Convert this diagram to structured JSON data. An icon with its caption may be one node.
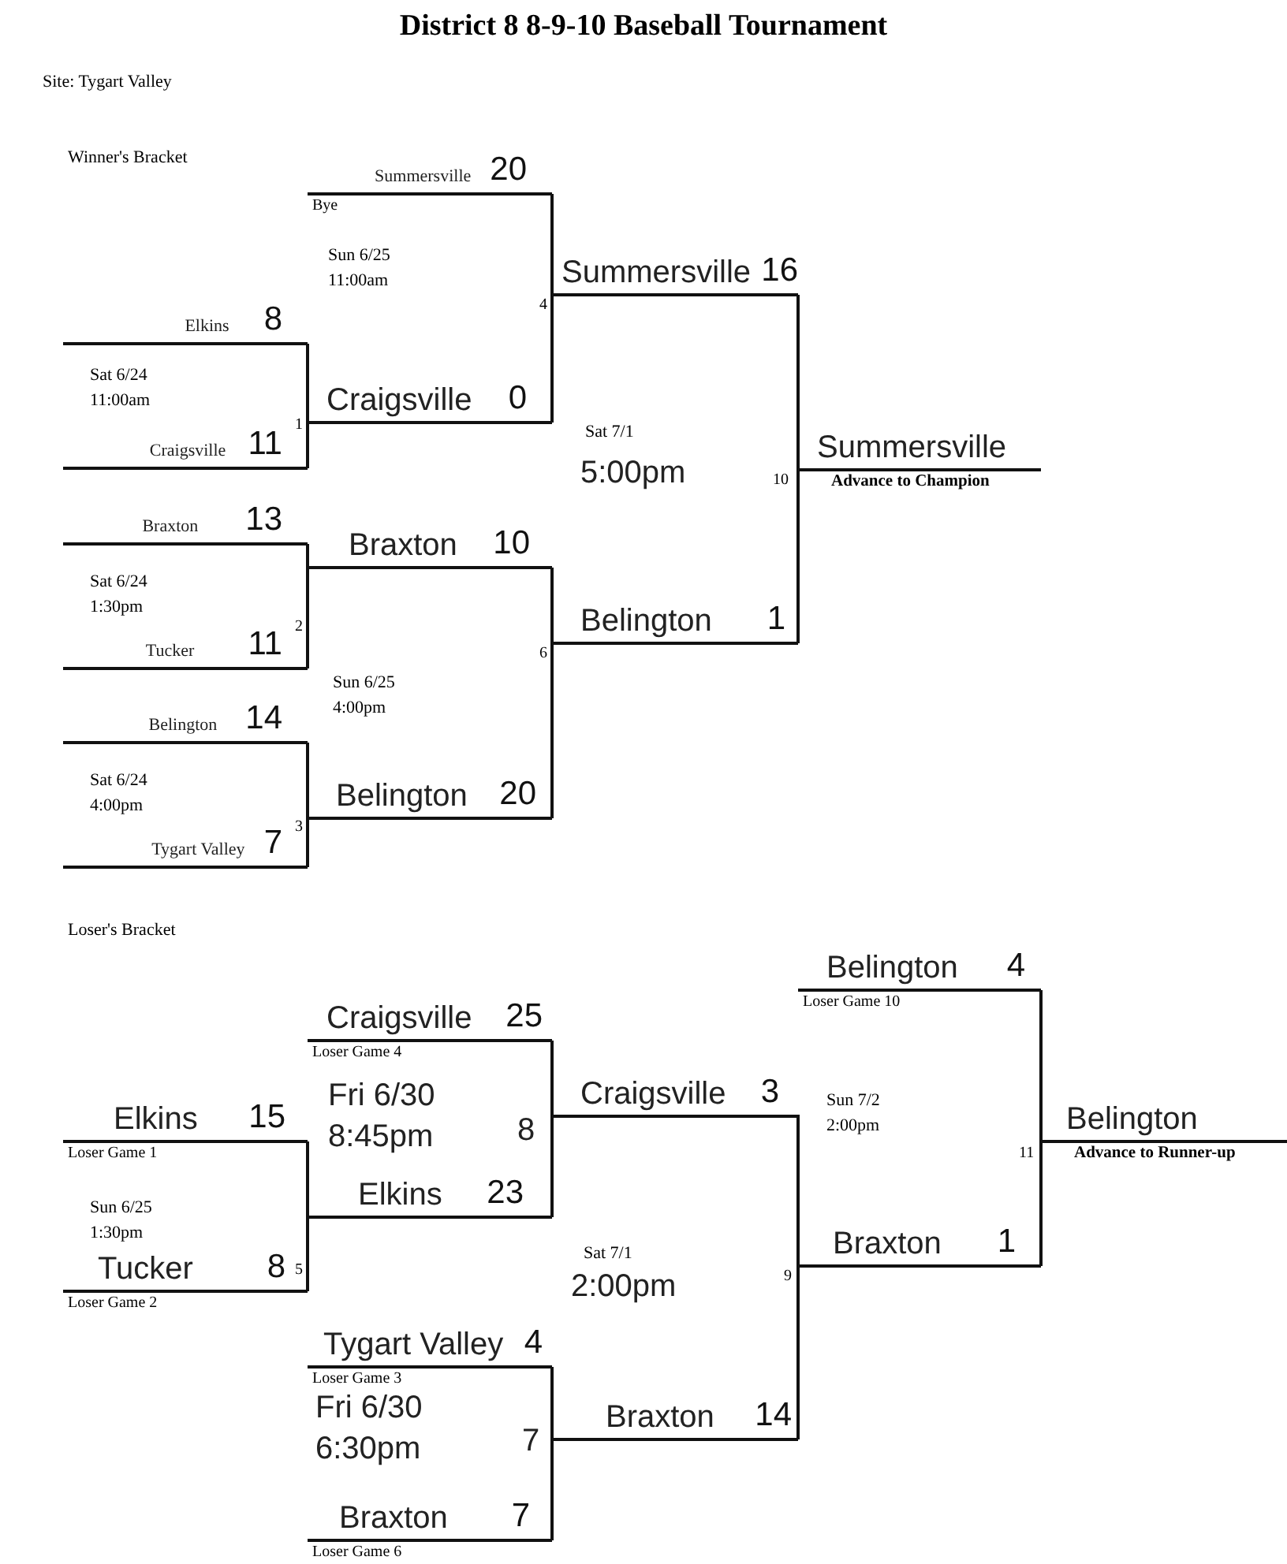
{
  "diagram": {
    "title": "District 8 8-9-10 Baseball Tournament",
    "nodes": [
      {
        "text": [
          "Summersville",
          "20"
        ],
        "beside": [
          "Bye"
        ]
      },
      {
        "text": [
          "Elkins",
          "8"
        ]
      },
      {
        "text": [
          "Craigsville",
          "11"
        ]
      },
      {
        "text": [
          "Craigsville",
          "0"
        ]
      },
      {
        "text": [
          "Summersville",
          "16"
        ]
      },
      {
        "text": [
          "Braxton",
          "13"
        ]
      },
      {
        "text": [
          "Tucker",
          "11"
        ]
      },
      {
        "text": [
          "Braxton",
          "10"
        ]
      },
      {
        "text": [
          "Belington",
          "14"
        ]
      },
      {
        "text": [
          "Tygart Valley",
          "7"
        ]
      },
      {
        "text": [
          "Belington",
          "20"
        ]
      },
      {
        "text": [
          "Belington",
          "1"
        ]
      },
      {
        "text": [
          "Summersville"
        ],
        "beside": [
          "Advance to Champion"
        ]
      },
      {
        "text": [
          "Craigsville",
          "25"
        ],
        "beside": [
          "Loser Game 4"
        ]
      },
      {
        "text": [
          "Elkins",
          "15"
        ],
        "beside": [
          "Loser Game 1"
        ]
      },
      {
        "text": [
          "Tucker",
          "8"
        ],
        "beside": [
          "Loser Game 2"
        ]
      },
      {
        "text": [
          "Elkins",
          "23"
        ]
      },
      {
        "text": [
          "Craigsville",
          "3"
        ]
      },
      {
        "text": [
          "Tygart Valley",
          "4"
        ],
        "beside": [
          "Loser Game 3"
        ]
      },
      {
        "text": [
          "Braxton",
          "7"
        ],
        "beside": [
          "Loser Game 6"
        ]
      },
      {
        "text": [
          "Braxton",
          "14"
        ]
      },
      {
        "text": [
          "Belington",
          "4"
        ],
        "beside": [
          "Loser Game 10"
        ]
      },
      {
        "text": [
          "Braxton",
          "1"
        ]
      },
      {
        "text": [
          "Belington"
        ],
        "beside": [
          "Advance to Runner-up"
        ]
      }
    ],
    "edges": [
      {
        "from": 0,
        "to": 4,
        "arrow": "none"
      },
      {
        "from": 1,
        "to": 3,
        "arrow": "none"
      },
      {
        "from": 2,
        "to": 3,
        "arrow": "none"
      },
      {
        "from": 3,
        "to": 4,
        "arrow": "none"
      },
      {
        "from": 5,
        "to": 7,
        "arrow": "none"
      },
      {
        "from": 6,
        "to": 7,
        "arrow": "none"
      },
      {
        "from": 8,
        "to": 10,
        "arrow": "none"
      },
      {
        "from": 9,
        "to": 10,
        "arrow": "none"
      },
      {
        "from": 7,
        "to": 11,
        "arrow": "none"
      },
      {
        "from": 10,
        "to": 11,
        "arrow": "none"
      },
      {
        "from": 4,
        "to": 12,
        "arrow": "none"
      },
      {
        "from": 11,
        "to": 12,
        "arrow": "none"
      },
      {
        "from": 14,
        "to": 16,
        "arrow": "none"
      },
      {
        "from": 15,
        "to": 16,
        "arrow": "none"
      },
      {
        "from": 13,
        "to": 17,
        "arrow": "none"
      },
      {
        "from": 16,
        "to": 17,
        "arrow": "none"
      },
      {
        "from": 18,
        "to": 20,
        "arrow": "none"
      },
      {
        "from": 19,
        "to": 20,
        "arrow": "none"
      },
      {
        "from": 17,
        "to": 22,
        "arrow": "none"
      },
      {
        "from": 20,
        "to": 22,
        "arrow": "none"
      },
      {
        "from": 21,
        "to": 23,
        "arrow": "none"
      },
      {
        "from": 22,
        "to": 23,
        "arrow": "none"
      }
    ],
    "labels": [
      "Site: Tygart Valley",
      "Winner's Bracket",
      "Sun 6/25 11:00am",
      "4",
      "Sat 6/24 11:00am",
      "1",
      "Sat 7/1",
      "5:00pm",
      "10",
      "Sat 6/24 1:30pm",
      "2",
      "Sun 6/25 4:00pm",
      "6",
      "Sat 6/24 4:00pm",
      "3",
      "Loser's Bracket",
      "Sun 7/2 2:00pm",
      "Fri 6/30 8:45pm",
      "8",
      "11",
      "Sun 6/25 1:30pm",
      "5",
      "Sat 7/1",
      "2:00pm",
      "9",
      "Fri 6/30 6:30pm",
      "7"
    ]
  }
}
